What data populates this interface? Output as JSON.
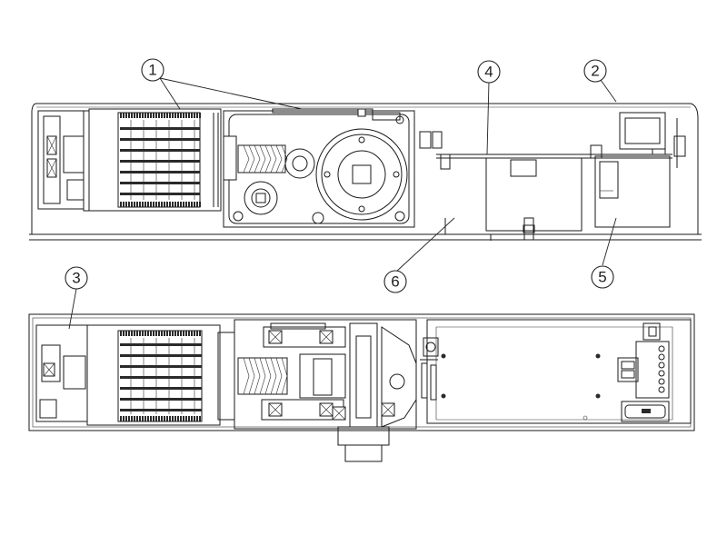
{
  "callouts": [
    {
      "id": "c1",
      "label": "1"
    },
    {
      "id": "c2",
      "label": "2"
    },
    {
      "id": "c3",
      "label": "3"
    },
    {
      "id": "c4",
      "label": "4"
    },
    {
      "id": "c5",
      "label": "5"
    },
    {
      "id": "c6",
      "label": "6"
    }
  ],
  "colors": {
    "line": "#1a1a1a",
    "fill": "#ffffff",
    "dark": "#2a2a2a"
  }
}
